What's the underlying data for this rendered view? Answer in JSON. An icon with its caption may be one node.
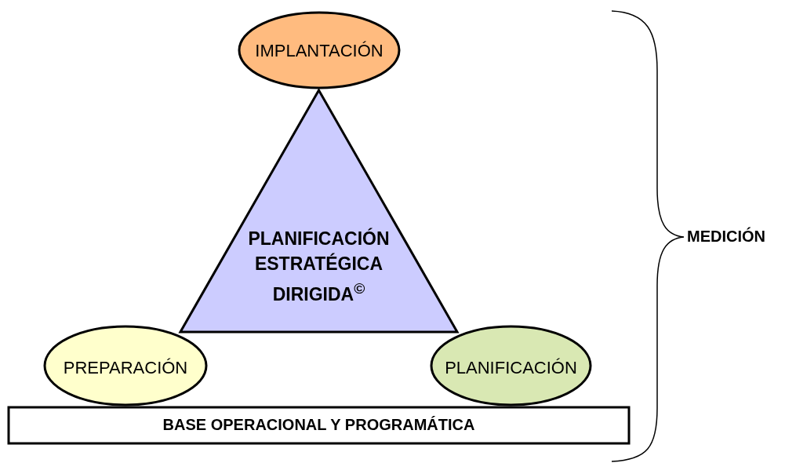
{
  "diagram": {
    "nodes": [
      {
        "text": [
          "IMPLANTACIÓN"
        ]
      },
      {
        "text": [
          "PLANIFICACIÓN ESTRATÉGICA DIRIGIDA$^{©}$"
        ]
      },
      {
        "text": [
          "PREPARACIÓN"
        ]
      },
      {
        "text": [
          "PLANIFICACIÓN"
        ]
      },
      {
        "text": [
          "BASE OPERACIONAL Y PROGRAMÁTICA"
        ]
      }
    ],
    "labels": [
      "MEDICIÓN"
    ]
  }
}
